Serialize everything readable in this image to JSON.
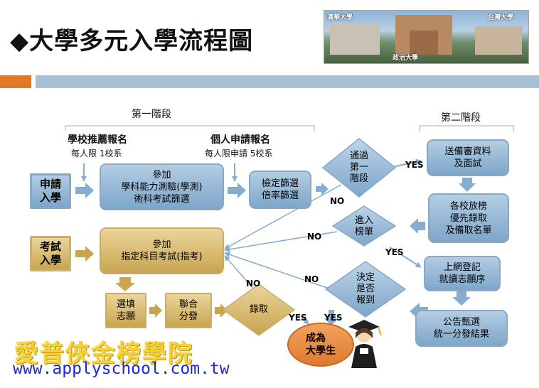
{
  "title": "◆大學多元入學流程圖",
  "photo": {
    "label_tsinghua": "清華大學",
    "label_ntu": "台灣大學",
    "label_nccu": "政治大學"
  },
  "stages": {
    "first": "第一階段",
    "second": "第二階段"
  },
  "tracks": {
    "school_rec": {
      "title": "學校推薦報名",
      "note": "每人限 1校系"
    },
    "personal": {
      "title": "個人申請報名",
      "note": "每人限申請 5校系"
    }
  },
  "badges": {
    "apply": "申請\n入學",
    "exam": "考試\n入學"
  },
  "boxes": {
    "attend_gsat": "參加\n學科能力測驗(學測)\n術科考試篩選",
    "screening": "檢定篩選\n倍率篩選",
    "attend_ast": "參加\n指定科目考試(指考)",
    "fill_choice": "選填\n志願",
    "joint_dist": "聯合\n分發",
    "submit_docs": "送備審資料\n及面試",
    "publish": "各校放榜\n優先錄取\n及備取名單",
    "register": "上網登記\n就讀志願序",
    "announce": "公告甄選\n統一分發結果",
    "become": "成為\n大學生"
  },
  "decisions": {
    "pass_first": "通過\n第一\n階段",
    "on_list": "進入\n榜單",
    "admitted": "錄取",
    "decide": "決定\n是否\n報到"
  },
  "labels": {
    "yes": "YES",
    "no": "NO"
  },
  "brand": "愛普俠金榜學院",
  "url": "www.applyschool.com.tw",
  "colors": {
    "blue_box": "#7ea6c9",
    "gold_box": "#c9a452",
    "orange": "#e3782a",
    "arrow_blue": "#86acd0",
    "arrow_gold": "#c9a452"
  }
}
